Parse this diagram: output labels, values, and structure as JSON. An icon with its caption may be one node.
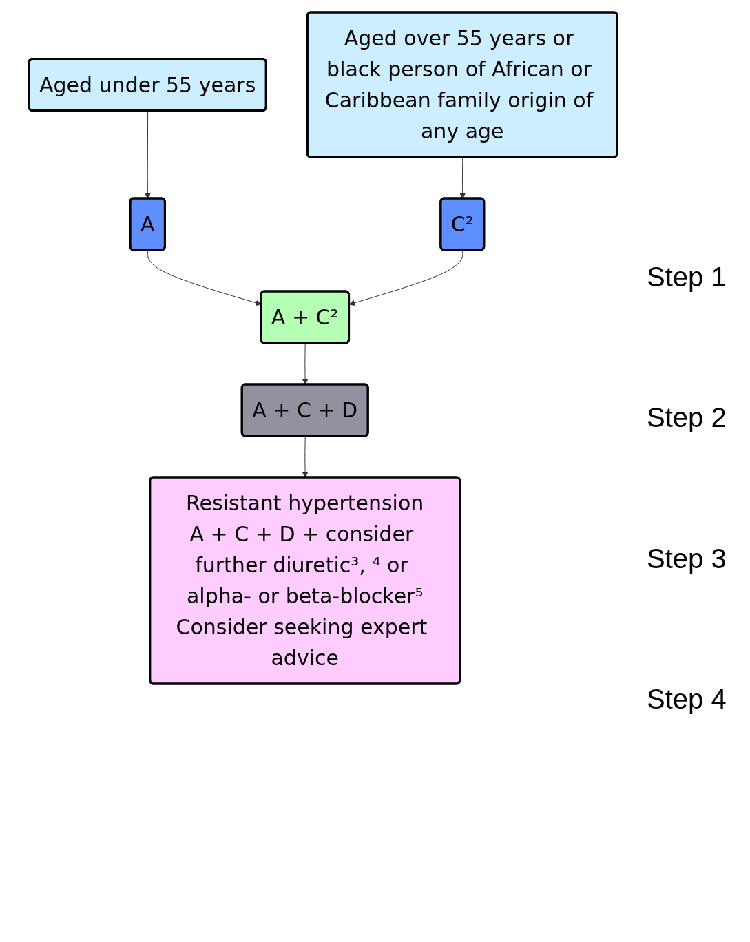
{
  "diagram": {
    "nodes": [
      {
        "text": [
          "Aged under 55 years"
        ]
      },
      {
        "text": [
          "Aged over 55 years or black person of African or Caribbean family origin of any age"
        ]
      },
      {
        "text": [
          "A"
        ]
      },
      {
        "text": [
          "C²"
        ]
      },
      {
        "text": [
          "A + C²"
        ]
      },
      {
        "text": [
          "A + C + D"
        ]
      },
      {
        "text": [
          "Resistant hypertension",
          "A + C + D + consider further diuretic³, ⁴ or alpha- or beta-blocker⁵",
          "Consider seeking expert advice"
        ]
      }
    ],
    "edges": [
      {
        "from": 0,
        "to": 2,
        "arrow": "to"
      },
      {
        "from": 1,
        "to": 3,
        "arrow": "to"
      },
      {
        "from": 2,
        "to": 4,
        "arrow": "to"
      },
      {
        "from": 3,
        "to": 4,
        "arrow": "to"
      },
      {
        "from": 4,
        "to": 5,
        "arrow": "to"
      },
      {
        "from": 5,
        "to": 6,
        "arrow": "to"
      }
    ],
    "labels": [
      "Step 1",
      "Step 2",
      "Step 3",
      "Step 4"
    ]
  }
}
